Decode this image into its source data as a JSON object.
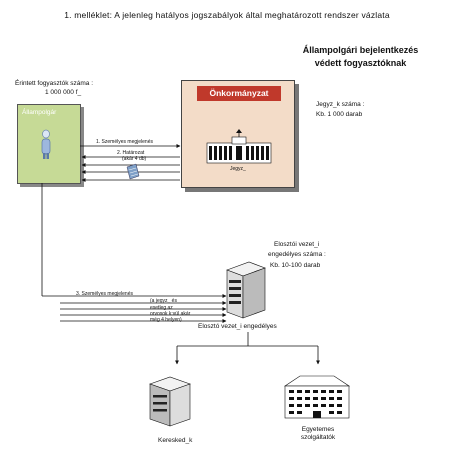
{
  "header": {
    "title": "1. melléklet: A jelenleg hatályos jogszabályok által meghatározott rendszer vázlata",
    "heading_line1": "Állampolgári bejelentkezés",
    "heading_line2": "védett fogyasztóknak"
  },
  "citizens": {
    "count_label": "Érintett fogyasztók száma :",
    "count_value": "1 000 000 f_",
    "box_label": "Állampolgár"
  },
  "municipality": {
    "box_label": "Önkormányzat",
    "clerk_caption": "Jegyz_",
    "clerk_count_label": "Jegyz_k száma :",
    "clerk_count_value": "Kb. 1 000 darab"
  },
  "flows_top": {
    "step1": "1. Személyes megjelenés",
    "step2_line1": "2. Határozat",
    "step2_line2": "(akár 4 db)"
  },
  "distributor": {
    "count_label_line1": "Elosztói vezet_i",
    "count_label_line2": "engedélyes száma :",
    "count_value": "Kb. 10-100 darab",
    "caption": "Elosztó vezet_i engedélyes"
  },
  "flows_bottom": {
    "step3": "3. Személyes megjelenés",
    "note_line1": "(a jegyz_ és",
    "note_line2": "esetleg az",
    "note_line3": "orvosok k:vül akár",
    "note_line4": "még 4 helyen)"
  },
  "endpoints": {
    "trader": "Keresked_k",
    "institutions_line1": "Egyetemes",
    "institutions_line2": "szolgáltatók"
  },
  "colors": {
    "citizen_box": "#c6da96",
    "municipality_box": "#f3dcc8",
    "municipality_label": "#c0392b"
  }
}
